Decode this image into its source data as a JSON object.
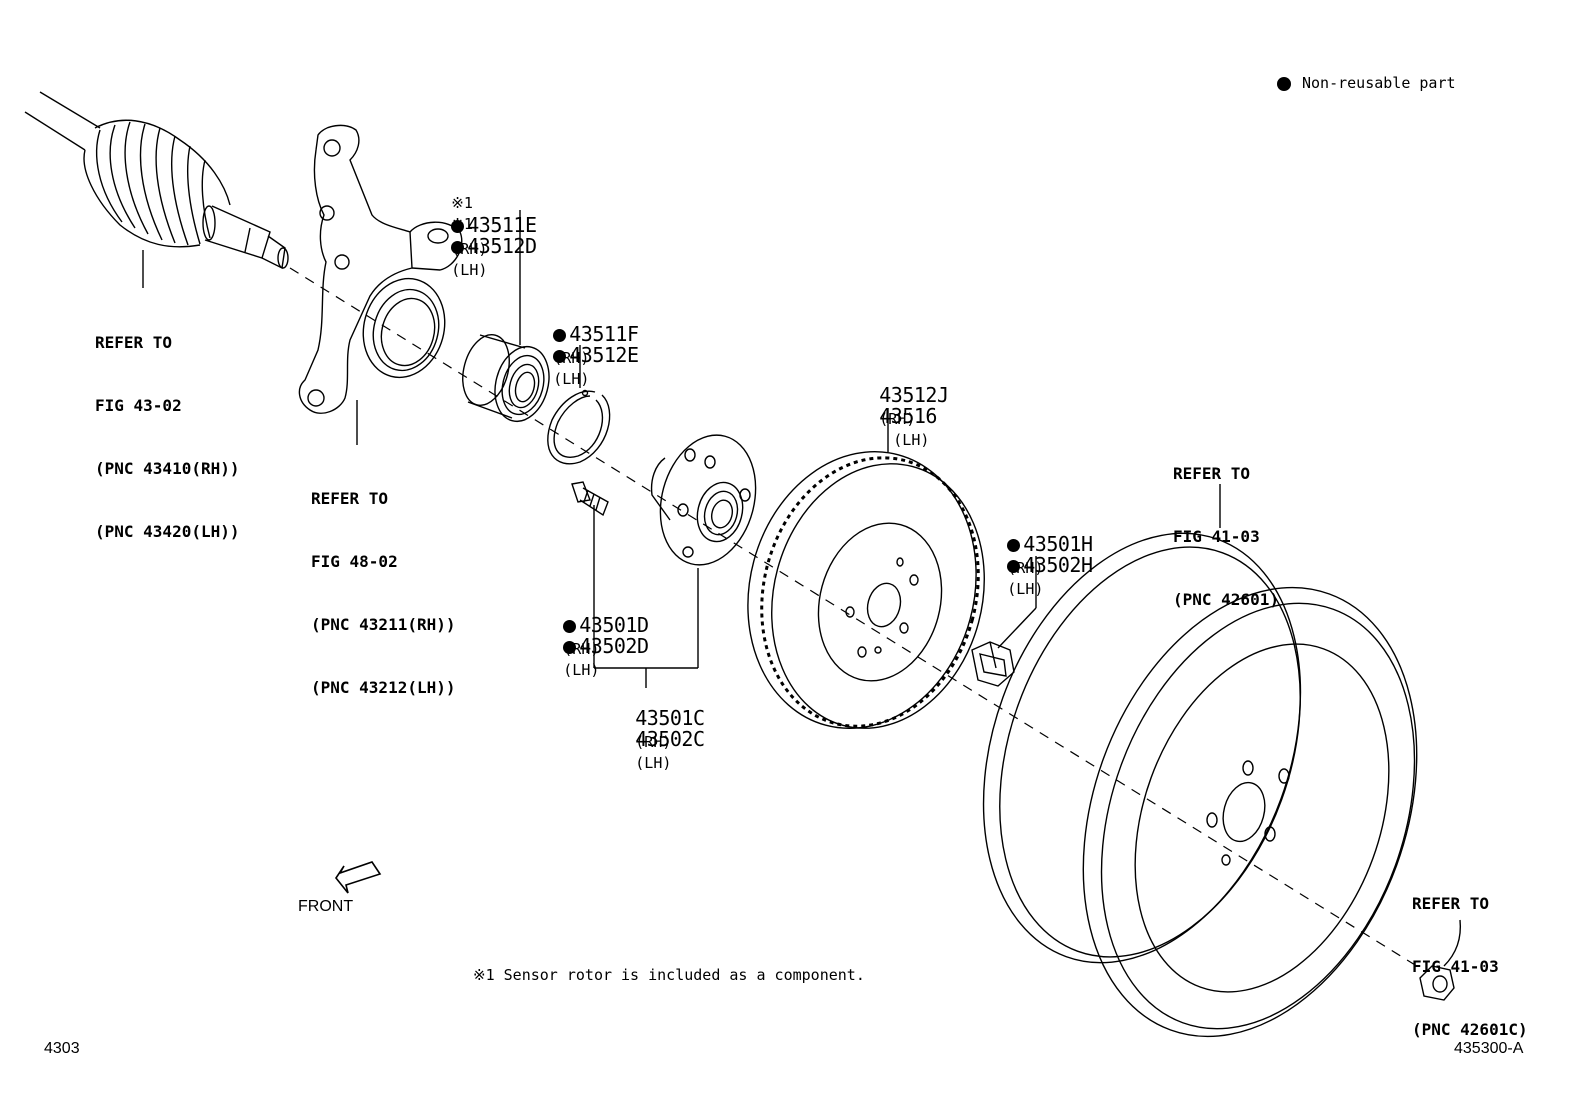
{
  "legend": {
    "text": "Non-reusable part"
  },
  "parts": {
    "bearing_rh": {
      "mark": "※1",
      "pnc": "43511E",
      "side": "(RH)"
    },
    "bearing_lh": {
      "mark": "※1",
      "pnc": "43512D",
      "side": "(LH)"
    },
    "ring_rh": {
      "pnc": "43511F",
      "side": "(RH)"
    },
    "ring_lh": {
      "pnc": "43512E",
      "side": "(LH)"
    },
    "disc_rh": {
      "pnc": "43512J",
      "side": "(RH)"
    },
    "disc_lh": {
      "pnc": "43516",
      "side": "(LH)"
    },
    "nut_rh": {
      "pnc": "43501H",
      "side": "(RH)"
    },
    "nut_lh": {
      "pnc": "43502H",
      "side": "(LH)"
    },
    "bolt_rh": {
      "pnc": "43501D",
      "side": "(RH)"
    },
    "bolt_lh": {
      "pnc": "43502D",
      "side": "(LH)"
    },
    "hub_rh": {
      "pnc": "43501C",
      "side": "(RH)"
    },
    "hub_lh": {
      "pnc": "43502C",
      "side": "(LH)"
    }
  },
  "references": {
    "driveshaft": [
      "REFER TO",
      "FIG 43-02",
      "(PNC 43410(RH))",
      "(PNC 43420(LH))"
    ],
    "knuckle": [
      "REFER TO",
      "FIG 48-02",
      "(PNC 43211(RH))",
      "(PNC 43212(LH))"
    ],
    "wheel": [
      "REFER TO",
      "FIG 41-03",
      "(PNC 42601)"
    ],
    "wheel_nut": [
      "REFER TO",
      "FIG 41-03",
      "(PNC 42601C)"
    ]
  },
  "front_label": "FRONT",
  "footnote": "※1 Sensor rotor is included as a component.",
  "page_code": "4303",
  "figure_code": "435300-A"
}
